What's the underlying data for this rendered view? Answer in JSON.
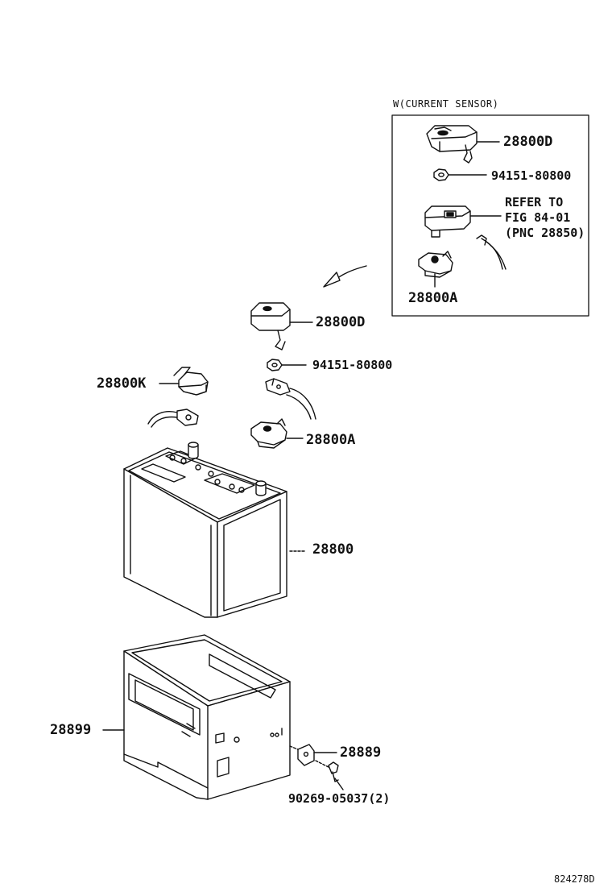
{
  "inset": {
    "header": "W(CURRENT SENSOR)",
    "labels": {
      "clamp_d": "28800D",
      "nut": "94151-80800",
      "refer_line1": "REFER TO",
      "refer_line2": "FIG 84-01",
      "refer_line3": "(PNC 28850)",
      "clamp_a": "28800A"
    }
  },
  "main": {
    "labels": {
      "clamp_d": "28800D",
      "nut": "94151-80800",
      "clamp_k": "28800K",
      "clamp_a": "28800A",
      "battery": "28800",
      "tray": "28899",
      "bracket": "28889",
      "bolt": "90269-05037(2)"
    }
  },
  "figure_code": "824278D"
}
